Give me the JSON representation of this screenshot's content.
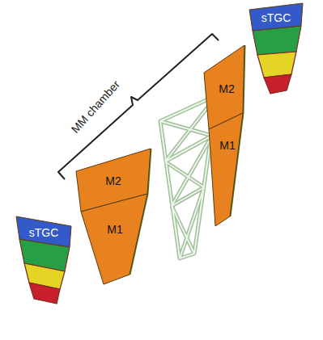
{
  "diagram": {
    "nodes": [
      {
        "text": [
          "sTGC"
        ]
      },
      {
        "text": [
          "M2"
        ]
      },
      {
        "text": [
          "M1"
        ]
      },
      {
        "text": [
          "M2"
        ]
      },
      {
        "text": [
          "M1"
        ]
      },
      {
        "text": [
          "sTGC"
        ]
      }
    ],
    "labels": [
      "MM chamber"
    ]
  }
}
